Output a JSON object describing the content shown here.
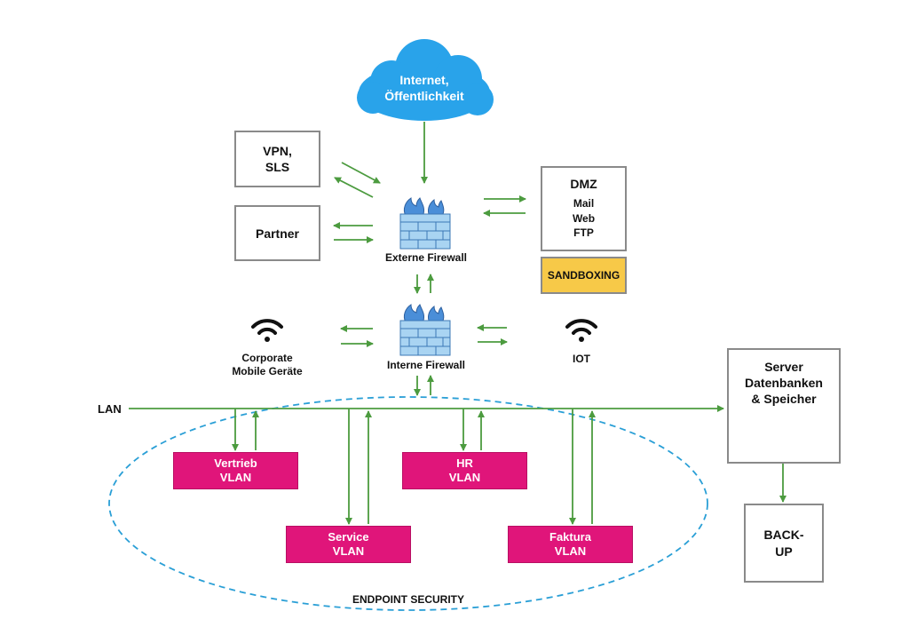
{
  "cloud": {
    "label": "Internet,\nÖffentlichkeit"
  },
  "boxes": {
    "vpn": "VPN,\nSLS",
    "partner": "Partner",
    "dmz_title": "DMZ",
    "dmz_items": "Mail\nWeb\nFTP",
    "sandboxing": "SANDBOXING",
    "server": "Server\nDatenbanken\n& Speicher",
    "backup": "BACK-\nUP"
  },
  "firewalls": {
    "external": "Externe Firewall",
    "internal": "Interne Firewall"
  },
  "wireless": {
    "corporate": "Corporate\nMobile Geräte",
    "iot": "IOT"
  },
  "lan": {
    "label": "LAN"
  },
  "vlans": {
    "vertrieb": "Vertrieb\nVLAN",
    "hr": "HR\nVLAN",
    "service": "Service\nVLAN",
    "faktura": "Faktura\nVLAN"
  },
  "endpoint": {
    "label": "ENDPOINT SECURITY"
  },
  "colors": {
    "arrow": "#4c9b3f",
    "cloud": "#29a3ea",
    "vlan": "#e0157a",
    "sandbox": "#f7c948",
    "firewall_brick": "#a9d4f2",
    "flame": "#4a8ed8",
    "dashed_ellipse": "#2a9fd6",
    "server": "#1e5f88"
  }
}
